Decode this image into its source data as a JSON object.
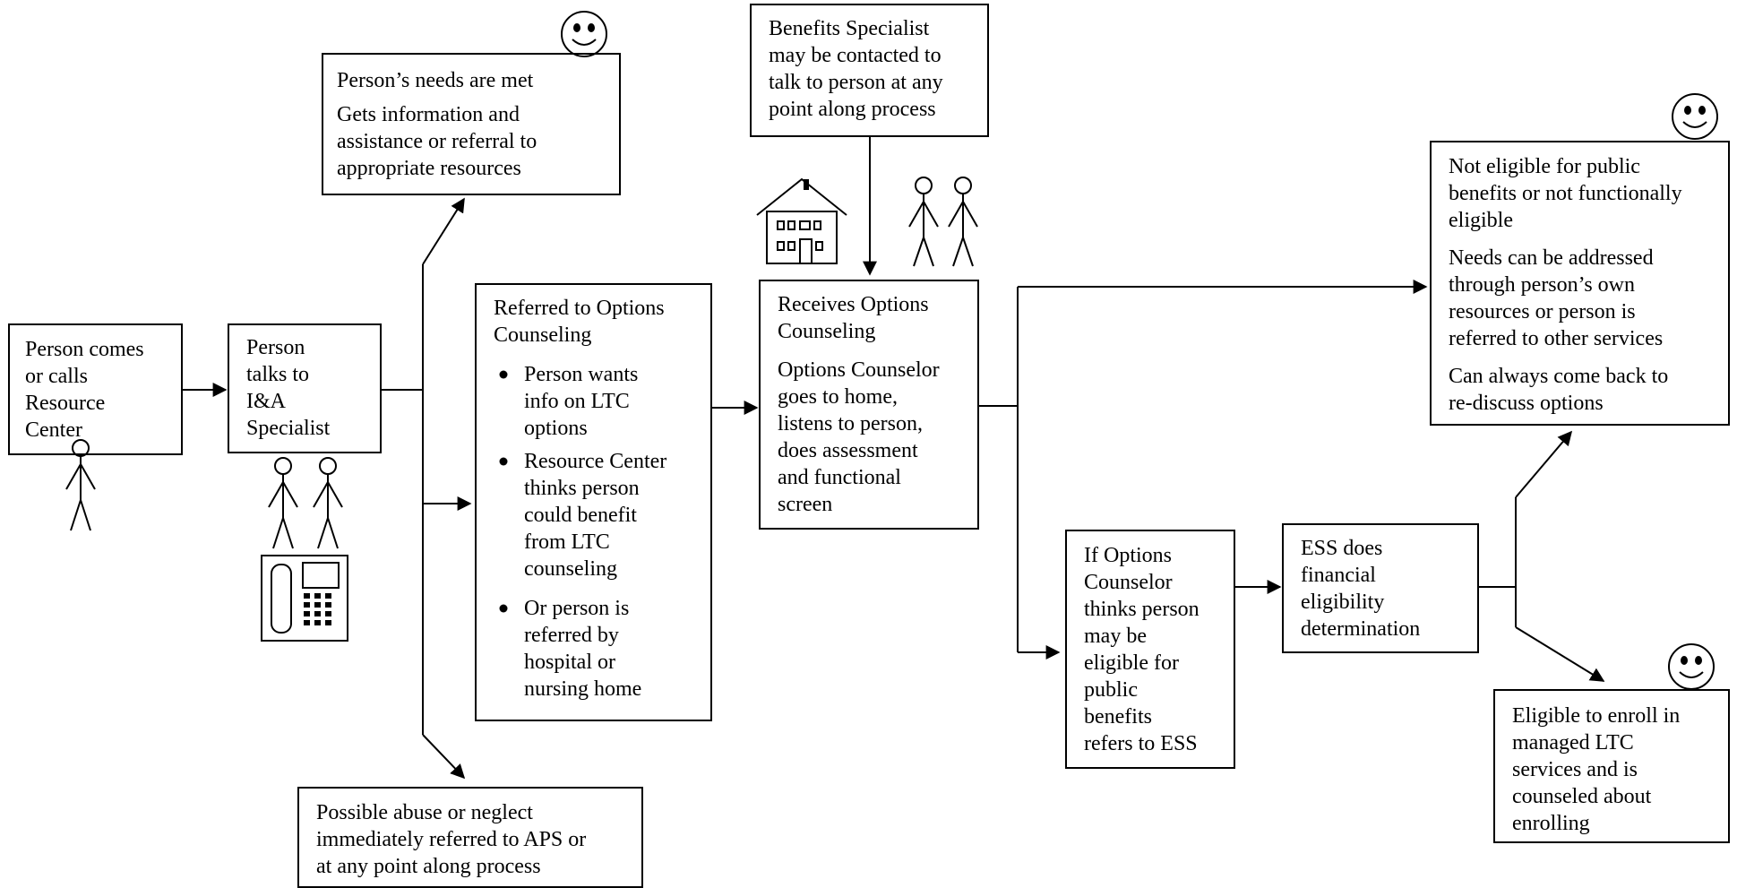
{
  "start": {
    "lines": [
      "Person comes",
      "or calls",
      "Resource",
      "Center"
    ]
  },
  "ia_specialist": {
    "lines": [
      "Person",
      "talks to",
      "I&A",
      "Specialist"
    ]
  },
  "needs_met": {
    "title": "Person’s needs are met",
    "lines": [
      "Gets information and",
      "assistance or referral to",
      "appropriate resources"
    ]
  },
  "abuse": {
    "lines": [
      "Possible abuse or neglect",
      "immediately referred to APS or",
      "at any point along process"
    ]
  },
  "referred": {
    "title_lines": [
      "Referred to Options",
      "Counseling"
    ],
    "bullets": [
      [
        "Person wants",
        "info on LTC",
        "options"
      ],
      [
        "Resource Center",
        "thinks person",
        "could benefit",
        "from LTC",
        "counseling"
      ],
      [
        "Or person is",
        "referred by",
        "hospital or",
        "nursing home"
      ]
    ]
  },
  "benefits": {
    "lines": [
      "Benefits Specialist",
      "may be contacted to",
      "talk to person at any",
      "point along process"
    ]
  },
  "receives": {
    "title_lines": [
      "Receives Options",
      "Counseling"
    ],
    "lines": [
      "Options Counselor",
      "goes to home,",
      "listens to person,",
      "does assessment",
      "and functional",
      "screen"
    ]
  },
  "if_options": {
    "lines": [
      "If Options",
      "Counselor",
      "thinks person",
      "may be",
      "eligible for",
      "public",
      "benefits",
      "refers to ESS"
    ]
  },
  "ess": {
    "lines": [
      "ESS does",
      "financial",
      "eligibility",
      "determination"
    ]
  },
  "not_eligible": {
    "para1": [
      "Not eligible for public",
      "benefits or not functionally",
      "eligible"
    ],
    "para2": [
      "Needs can be addressed",
      "through person’s own",
      "resources or person is",
      "referred to other services"
    ],
    "para3": [
      "Can always come back to",
      "re-discuss options"
    ]
  },
  "eligible": {
    "lines": [
      "Eligible to enroll in",
      "managed LTC",
      "services and is",
      "counseled about",
      "enrolling"
    ]
  },
  "icons": {
    "person": "person-icon",
    "phone": "telephone-icon",
    "house": "house-icon",
    "smiley": "smiley-face-icon",
    "bullet": "bullet-dot"
  }
}
